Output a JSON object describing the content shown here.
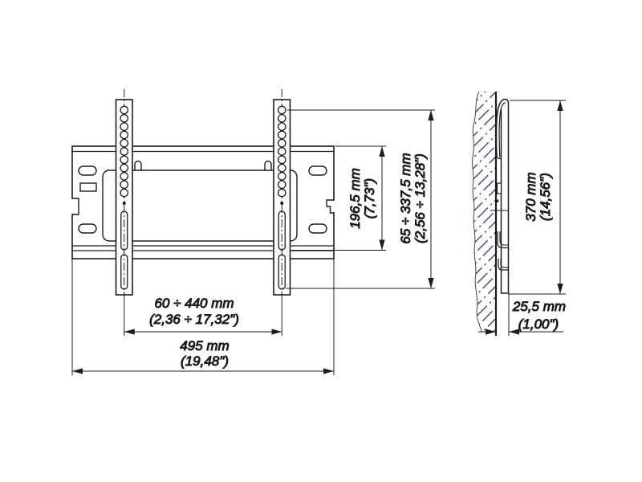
{
  "drawing": {
    "line_color": "#1c1c1c",
    "hatch_color": "#4d4d85",
    "background": "#ffffff",
    "views": {
      "front": {
        "name": "front-view",
        "dims": {
          "plate_height": {
            "metric": "196,5 mm",
            "imperial": "(7,73\")"
          },
          "mount_height_range": {
            "metric": "65 ÷ 337,5 mm",
            "imperial": "(2,56 ÷ 13,28\")"
          },
          "hole_pattern_width_range": {
            "metric": "60 ÷ 440 mm",
            "imperial": "(2,36 ÷ 17,32\")"
          },
          "overall_width": {
            "metric": "495 mm",
            "imperial": "(19,48\")"
          }
        }
      },
      "side": {
        "name": "side-view",
        "dims": {
          "overall_height": {
            "metric": "370 mm",
            "imperial": "(14,56\")"
          },
          "wall_distance": {
            "metric": "25,5 mm",
            "imperial": "(1,00\")"
          }
        }
      }
    }
  }
}
